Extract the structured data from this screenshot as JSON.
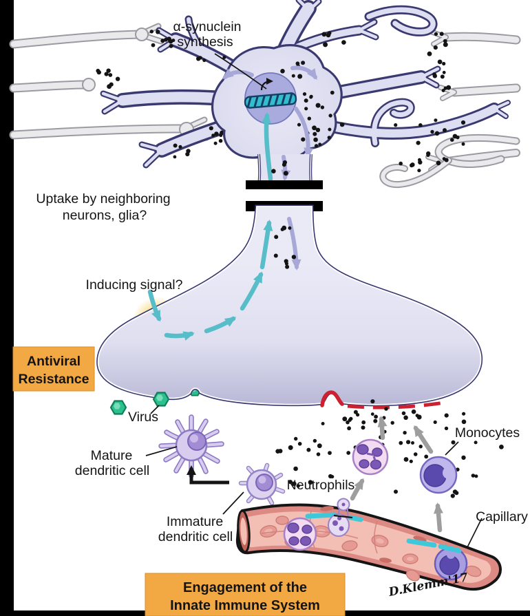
{
  "figure": {
    "labels": {
      "synthesis": [
        "α-synuclein",
        "synthesis"
      ],
      "uptake": [
        "Uptake by neighboring",
        "neurons, glia?"
      ],
      "inducing_signal": "Inducing signal?",
      "antiviral_resistance": [
        "Antiviral",
        "Resistance"
      ],
      "virus": "Virus",
      "mature_dc": [
        "Mature",
        "dendritic cell"
      ],
      "immature_dc": [
        "Immature",
        "dendritic cell"
      ],
      "neutrophils": "Neutrophils",
      "monocytes": "Monocytes",
      "capillary": "Capillary",
      "engagement": [
        "Engagement of the",
        "Innate Immune System"
      ],
      "signature": "D.Klemm'17"
    },
    "colors": {
      "callout_box_orange": "#F2A843",
      "neuron_fill": "#DEDEF2",
      "neuron_outline": "#3A3A70",
      "nucleus_fill": "#A9ABDE",
      "dna_teal": "#35BCCF",
      "signal_arrow_teal": "#57BDC8",
      "transport_arrow_purple": "#A8A8D8",
      "recruitment_arrow_gray": "#9E9E9E",
      "virus_green": "#2DC08F",
      "membrane_damage_red": "#CC2130",
      "capillary_wall": "#DD8A84",
      "capillary_lumen": "#F3BFB4",
      "tight_junction_cyan": "#3FC8DA",
      "alpha_synuclein_dot": "#141414",
      "frame_bar": "#000000",
      "inducing_glow_yellow": "#F5D267"
    }
  }
}
